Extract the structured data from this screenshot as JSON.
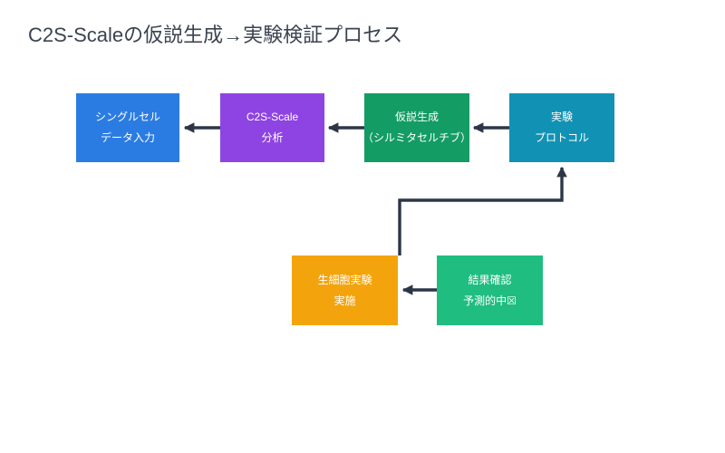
{
  "title": "C2S-Scaleの仮説生成→実験検証プロセス",
  "colors": {
    "background": "#ffffff",
    "title_text": "#3c4350",
    "node_text": "#ffffff",
    "arrow": "#2b3647"
  },
  "nodes": [
    {
      "id": "single-cell-data-input",
      "line1": "シングルセル",
      "line2": "データ入力",
      "color": "#2b7ce2"
    },
    {
      "id": "c2s-scale-analysis",
      "line1": "C2S-Scale",
      "line2": "分析",
      "color": "#8e44e2"
    },
    {
      "id": "hypothesis-generation",
      "line1": "仮説生成",
      "line2": "（シルミタセルチブ）",
      "color": "#139c63"
    },
    {
      "id": "experiment-protocol",
      "line1": "実験",
      "line2": "プロトコル",
      "color": "#1192b4"
    },
    {
      "id": "live-cell-experiment",
      "line1": "生細胞実験",
      "line2": "実施",
      "color": "#f3a40d"
    },
    {
      "id": "result-confirmation",
      "line1": "結果確認",
      "line2": "予測的中☒",
      "color": "#20bd80"
    }
  ],
  "edges": [
    {
      "from": "c2s-scale-analysis",
      "to": "single-cell-data-input"
    },
    {
      "from": "hypothesis-generation",
      "to": "c2s-scale-analysis"
    },
    {
      "from": "experiment-protocol",
      "to": "hypothesis-generation"
    },
    {
      "from": "live-cell-experiment",
      "to": "experiment-protocol"
    },
    {
      "from": "result-confirmation",
      "to": "live-cell-experiment"
    }
  ]
}
